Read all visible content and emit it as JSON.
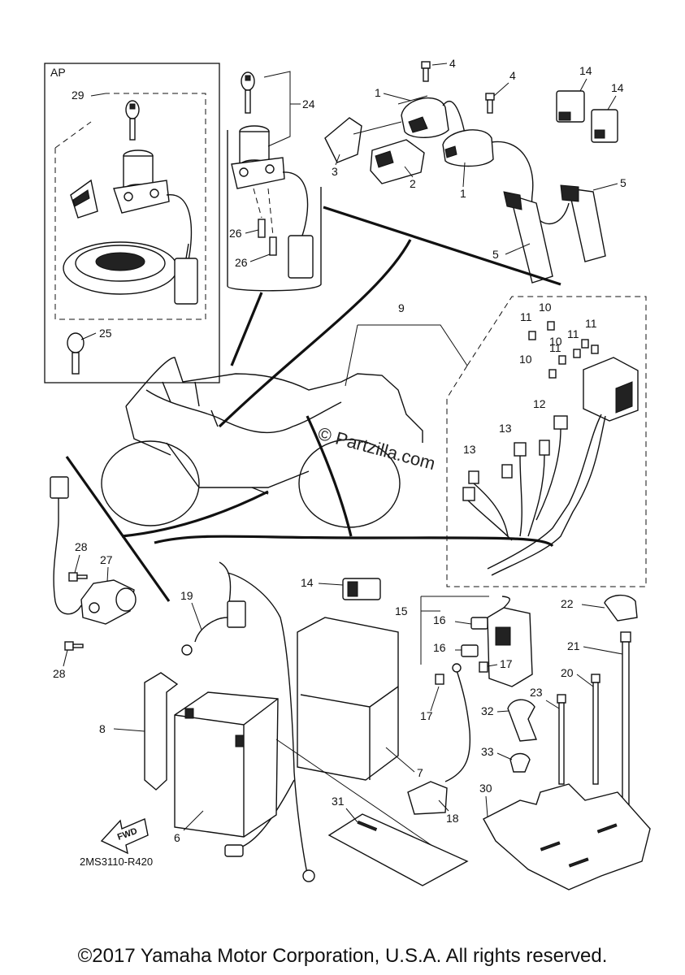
{
  "diagram": {
    "ap_label": "AP",
    "part_code": "2MS3110-R420",
    "fwd_label": "FWD",
    "watermark": "© Partzilla.com",
    "copyright": "©2017 Yamaha Motor Corporation, U.S.A. All rights reserved.",
    "callouts": {
      "c29": "29",
      "c24": "24",
      "c26a": "26",
      "c26b": "26",
      "c25": "25",
      "c4a": "4",
      "c4b": "4",
      "c1a": "1",
      "c1b": "1",
      "c2": "2",
      "c3": "3",
      "c5a": "5",
      "c5b": "5",
      "c14a": "14",
      "c14b": "14",
      "c9": "9",
      "c11a": "11",
      "c10a": "10",
      "c11b": "11",
      "c11c": "11",
      "c11d": "11",
      "c10b": "10",
      "c10c": "10",
      "c12": "12",
      "c13a": "13",
      "c13b": "13",
      "c28a": "28",
      "c27": "27",
      "c28b": "28",
      "c14c": "14",
      "c19": "19",
      "c15": "15",
      "c16a": "16",
      "c16b": "16",
      "c17a": "17",
      "c17b": "17",
      "c22": "22",
      "c21": "21",
      "c20": "20",
      "c23": "23",
      "c32": "32",
      "c33": "33",
      "c8": "8",
      "c7": "7",
      "c18": "18",
      "c31": "31",
      "c30": "30",
      "c6": "6"
    }
  }
}
